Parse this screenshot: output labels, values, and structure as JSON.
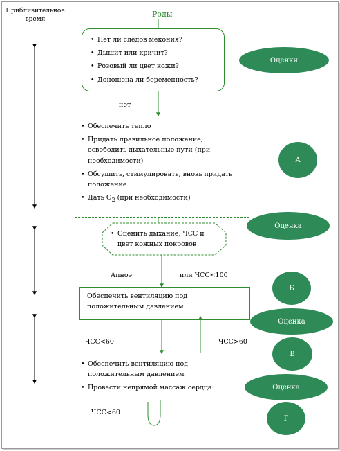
{
  "header": {
    "time_label_line1": "Приблизительное",
    "time_label_line2": "время",
    "title": "Роды"
  },
  "box1": {
    "items": [
      "Нет ли следов мекония?",
      "Дышит или кричит?",
      "Розовый ли цвет кожи?",
      "Доношена ли беременность?"
    ]
  },
  "label_net": "нет",
  "box2": {
    "items": [
      "Обеспечить тепло",
      "Придать правильное положение; освободить дыхательные пути (при необходимости)",
      "Обсушить, стимулировать, вновь придать положение"
    ],
    "last_item_prefix": "Дать O",
    "last_item_sub": "2",
    "last_item_suffix": " (при необходимости)"
  },
  "box3": {
    "items": [
      "Оценить дыхание, ЧСС и цвет кожных покровов"
    ]
  },
  "label_apnea": "Апноэ",
  "label_hr100": "или ЧСС<100",
  "box4": {
    "text": "Обеспечить вентиляцию под положительным давлением"
  },
  "label_hr60_left": "ЧСС<60",
  "label_hr60_right": "ЧСС>60",
  "box5": {
    "items": [
      "Обеспечить вентиляцию под положительным давлением",
      "Провести непрямой массаж сердца"
    ]
  },
  "label_hr60_bottom": "ЧСС<60",
  "ovals": {
    "o1": "Оценки",
    "a": "А",
    "o2": "Оценка",
    "b": "Б",
    "o3": "Оценка",
    "v": "В",
    "o4": "Оценка",
    "g": "Г"
  },
  "colors": {
    "flow_line": "#2e8b2e",
    "oval_fill": "#2e8b57",
    "time_bar": "#e2e2e2"
  }
}
